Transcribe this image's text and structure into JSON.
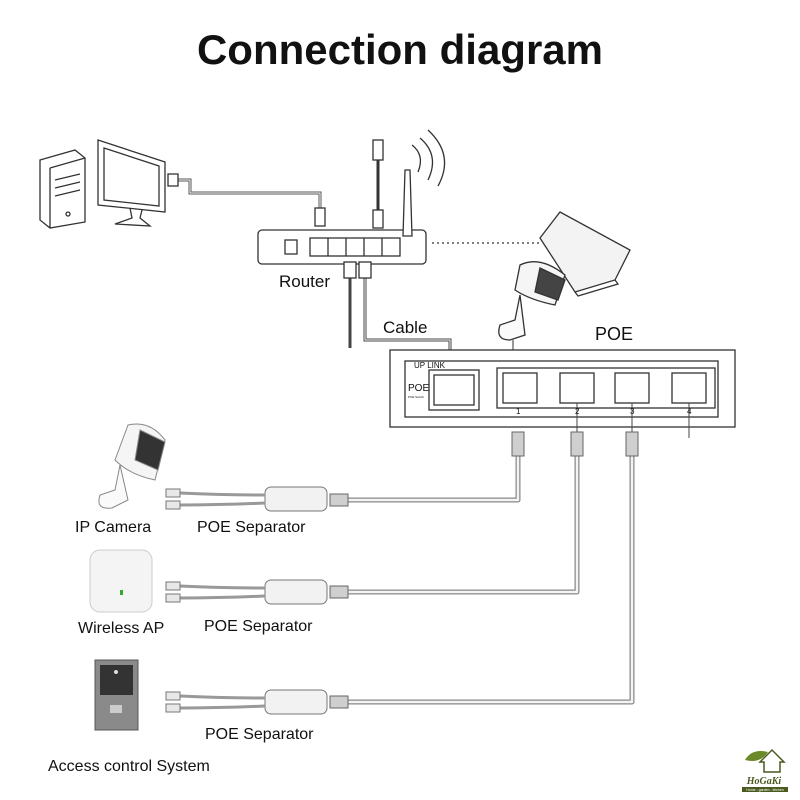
{
  "title": "Connection diagram",
  "labels": {
    "router": "Router",
    "cable": "Cable",
    "poe": "POE",
    "uplink": "UP LINK",
    "switch_poe": "POE",
    "switch_sub": "POE Switch",
    "ports": [
      "1",
      "2",
      "3",
      "4"
    ],
    "ip_camera": "IP Camera",
    "wireless_ap": "Wireless AP",
    "access_control": "Access control System",
    "separator": "POE Separator"
  },
  "logo": {
    "name": "HoGaKi",
    "tagline": "Home - garden - kitchen",
    "color": "#4a5a1e"
  }
}
